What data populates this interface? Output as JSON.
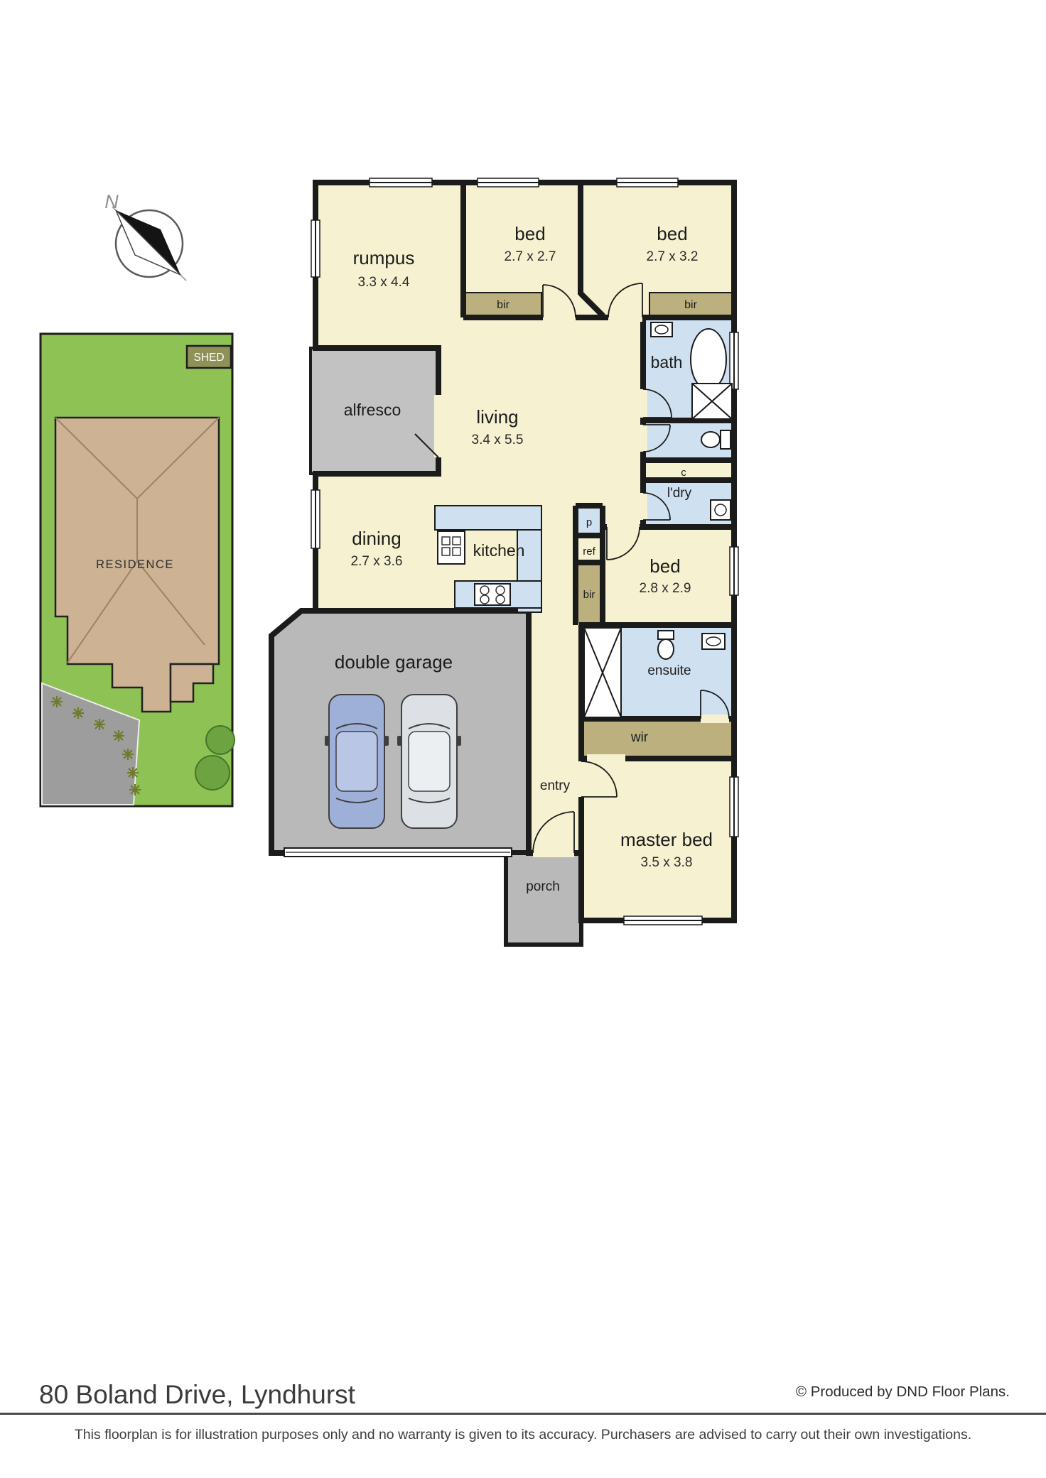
{
  "page": {
    "address": "80 Boland Drive, Lyndhurst",
    "credit": "© Produced by DND Floor Plans.",
    "disclaimer": "This floorplan is for illustration purposes only and no warranty is given to its accuracy. Purchasers are advised to carry out their own investigations."
  },
  "compass": {
    "north": "N"
  },
  "site": {
    "shed": "SHED",
    "residence": "RESIDENCE"
  },
  "rooms": {
    "rumpus": {
      "label": "rumpus",
      "dims": "3.3 x 4.4"
    },
    "bed2": {
      "label": "bed",
      "dims": "2.7 x 2.7"
    },
    "bed3": {
      "label": "bed",
      "dims": "2.7 x 3.2"
    },
    "bed4": {
      "label": "bed",
      "dims": "2.8 x 2.9"
    },
    "master": {
      "label": "master bed",
      "dims": "3.5 x 3.8"
    },
    "living": {
      "label": "living",
      "dims": "3.4 x 5.5"
    },
    "dining": {
      "label": "dining",
      "dims": "2.7 x 3.6"
    },
    "kitchen": {
      "label": "kitchen"
    },
    "bath": {
      "label": "bath"
    },
    "laundry": {
      "label": "l'dry"
    },
    "cupboard": {
      "label": "c"
    },
    "pantry": {
      "label": "p"
    },
    "fridge": {
      "label": "ref"
    },
    "bir": {
      "label": "bir"
    },
    "wir": {
      "label": "wir"
    },
    "ensuite": {
      "label": "ensuite"
    },
    "alfresco": {
      "label": "alfresco"
    },
    "garage": {
      "label": "double garage"
    },
    "entry": {
      "label": "entry"
    },
    "porch": {
      "label": "porch"
    }
  },
  "colors": {
    "wall": "#1b1b1b",
    "room_fill": "#f6f1d0",
    "wet_fill": "#cfe0f1",
    "robe_fill": "#bbb07e",
    "outdoor_fill": "#bdbdbd",
    "lawn": "#8ec254",
    "roof": "#cdb293"
  }
}
